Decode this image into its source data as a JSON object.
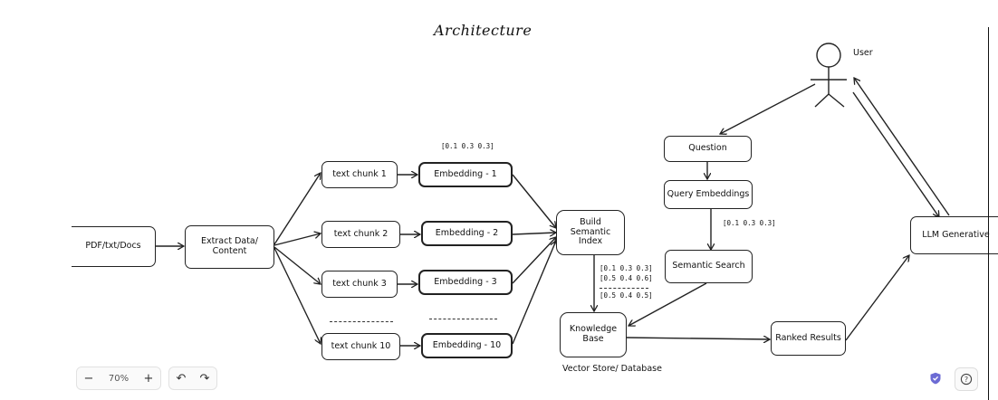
{
  "title": "Architecture",
  "nodes": {
    "source": "PDF/txt/Docs",
    "extract": "Extract Data/ Content",
    "chunk1": "text chunk 1",
    "chunk2": "text chunk 2",
    "chunk3": "text chunk 3",
    "chunk10": "text chunk 10",
    "emb1": "Embedding - 1",
    "emb2": "Embedding - 2",
    "emb3": "Embedding - 3",
    "emb10": "Embedding - 10",
    "index": "Build Semantic Index",
    "kb": "Knowledge Base",
    "results": "Ranked Results",
    "question": "Question",
    "query_emb": "Query Embeddings",
    "search": "Semantic Search",
    "llm": "LLM Generative",
    "user": "User"
  },
  "vectors": {
    "emb1": "[0.1 0.3 0.3]",
    "index_1": "[0.1 0.3 0.3]",
    "index_2": "[0.5 0.4 0.6]",
    "index_3": "[0.5 0.4 0.5]",
    "query": "[0.1 0.3 0.3]"
  },
  "caption": "Vector Store/ Database",
  "toolbar": {
    "zoom_out": "−",
    "zoom_level": "70%",
    "zoom_in": "+",
    "undo": "↶",
    "redo": "↷"
  },
  "help_label": "?",
  "colors": {
    "stroke": "#222222",
    "shield": "#6c6bd4"
  }
}
